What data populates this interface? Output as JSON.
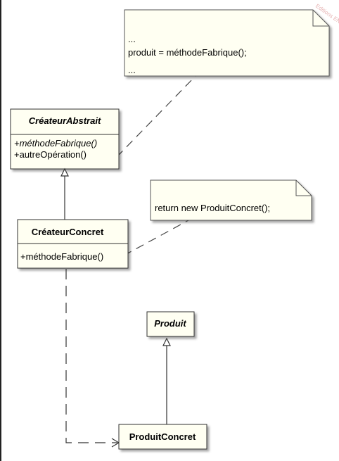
{
  "notes": {
    "fabrique_note": {
      "line1": "...",
      "line2": "produit = méthodeFabrique();",
      "line3": "..."
    },
    "concret_note": {
      "line1": "return new ProduitConcret();"
    }
  },
  "classes": {
    "createur_abstrait": {
      "name": "CréateurAbstrait",
      "op1": "+méthodeFabrique()",
      "op2": "+autreOpération()"
    },
    "createur_concret": {
      "name": "CréateurConcret",
      "op1": "+méthodeFabrique()"
    },
    "produit": {
      "name": "Produit"
    },
    "produit_concret": {
      "name": "ProduitConcret"
    }
  },
  "watermark": "Editions ENI"
}
